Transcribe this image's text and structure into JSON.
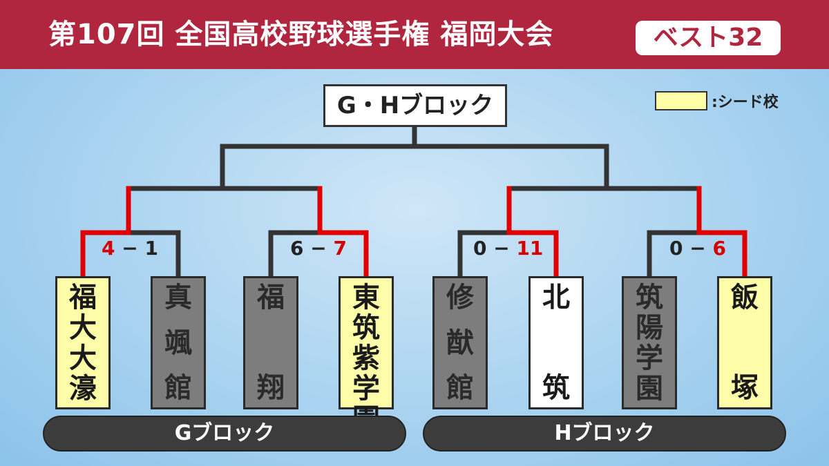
{
  "header": {
    "title": "第107回 全国高校野球選手権 福岡大会",
    "badge": "ベスト32",
    "color": "#b0263f"
  },
  "bracket": {
    "title": "G・Hブロック",
    "legend": {
      "label": ":シード校",
      "seed_color": "#fdfca8"
    },
    "winner_line_color": "#e00000",
    "blocks": [
      {
        "name": "Gブロック",
        "matches": [
          {
            "score_left": "4",
            "score_sep": "−",
            "score_right": "1",
            "winner": "left",
            "teams": [
              {
                "chars": [
                  "福",
                  "大",
                  "大",
                  "濠"
                ],
                "status": "seed"
              },
              {
                "chars": [
                  "真",
                  "颯",
                  "館"
                ],
                "status": "lost"
              }
            ]
          },
          {
            "score_left": "6",
            "score_sep": "−",
            "score_right": "7",
            "winner": "right",
            "teams": [
              {
                "chars": [
                  "福",
                  "翔"
                ],
                "status": "lost"
              },
              {
                "chars": [
                  "東",
                  "筑",
                  "紫",
                  "学",
                  "園"
                ],
                "status": "seed"
              }
            ]
          }
        ]
      },
      {
        "name": "Hブロック",
        "matches": [
          {
            "score_left": "0",
            "score_sep": "−",
            "score_right": "11",
            "winner": "right",
            "teams": [
              {
                "chars": [
                  "修",
                  "猷",
                  "館"
                ],
                "status": "lost"
              },
              {
                "chars": [
                  "北",
                  "筑"
                ],
                "status": "plain"
              }
            ]
          },
          {
            "score_left": "0",
            "score_sep": "−",
            "score_right": "6",
            "winner": "right",
            "teams": [
              {
                "chars": [
                  "筑",
                  "陽",
                  "学",
                  "園"
                ],
                "status": "lost"
              },
              {
                "chars": [
                  "飯",
                  "塚"
                ],
                "status": "seed"
              }
            ]
          }
        ]
      }
    ]
  }
}
